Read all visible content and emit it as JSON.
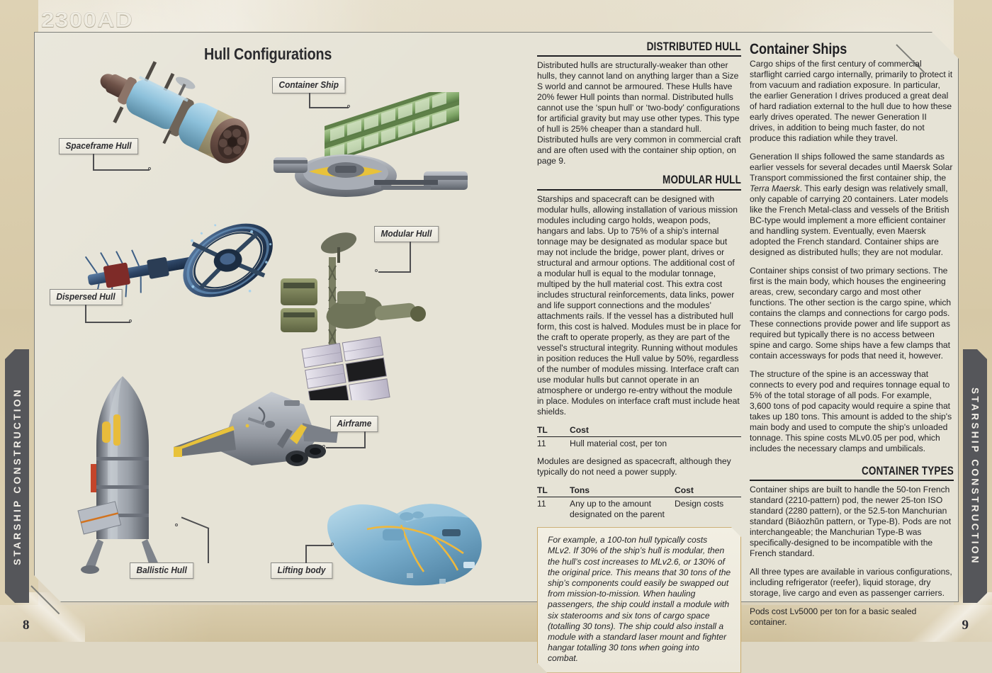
{
  "book": {
    "logo": "2300AD",
    "side_tab_left": "STARSHIP CONSTRUCTION",
    "side_tab_right": "STARSHIP CONSTRUCTION",
    "page_left": "8",
    "page_right": "9"
  },
  "left_page": {
    "heading": "Hull Configurations",
    "callouts": [
      {
        "label": "Spaceframe Hull"
      },
      {
        "label": "Container Ship"
      },
      {
        "label": "Dispersed Hull"
      },
      {
        "label": "Modular Hull"
      },
      {
        "label": "Airframe"
      },
      {
        "label": "Ballistic Hull"
      },
      {
        "label": "Lifting body"
      }
    ]
  },
  "middle_column": {
    "distributed": {
      "heading": "DISTRIBUTED HULL",
      "paragraph": "Distributed hulls are structurally-weaker than other hulls, they cannot land on anything larger than a Size S world and cannot be armoured. These Hulls have 20% fewer Hull points than normal. Distributed hulls cannot use the ‘spun hull’ or ‘two-body’ configurations for artificial gravity but may use other types. This type of hull is 25% cheaper than a standard hull. Distributed hulls are very common in commercial craft and are often used with the container ship option, on page 9."
    },
    "modular": {
      "heading": "MODULAR HULL",
      "paragraph": "Starships and spacecraft can be designed with modular hulls, allowing installation of various mission modules including cargo holds, weapon pods, hangars and labs. Up to 75% of a ship's internal tonnage may be designated as modular space but may not include the bridge, power plant, drives or structural and armour options. The additional cost of a modular hull is equal to the modular tonnage, multiped by the hull material cost. This extra cost includes structural reinforcements, data links, power and life support connections and the modules’ attachments rails. If the vessel has a distributed hull form, this cost is halved. Modules must be in place for the craft to operate properly, as they are part of the vessel's structural integrity. Running without modules in position reduces the Hull value by 50%, regardless of the number of modules missing. Interface craft can use modular hulls but cannot operate in an atmosphere or undergo re-entry without the module in place. Modules on interface craft must include heat shields."
    },
    "table_hull": {
      "headers": [
        "TL",
        "Cost"
      ],
      "rows": [
        [
          "11",
          "Hull material cost, per ton"
        ]
      ]
    },
    "modules_note": "Modules are designed as spacecraft, although they typically do not need a power supply.",
    "table_modules": {
      "headers": [
        "TL",
        "Tons",
        "Cost"
      ],
      "rows": [
        [
          "11",
          "Any up to the amount designated on the parent",
          "Design costs"
        ]
      ]
    },
    "example": "For example, a 100-ton hull typically costs MLv2. If 30% of the ship’s hull is modular, then the hull’s cost increases to MLv2.6, or 130% of the original price. This means that 30 tons of the ship’s components could easily be swapped out from mission-to-mission. When hauling passengers, the ship could install a module with six staterooms and six tons of cargo space (totalling 30 tons). The ship could also install a module with a standard laser mount and fighter hangar totalling 30 tons when going into combat."
  },
  "right_column": {
    "heading": "Container Ships",
    "paragraphs": [
      "Cargo ships of the first century of commercial starflight carried cargo internally, primarily to protect it from vacuum and radiation exposure. In particular, the earlier Generation I drives produced a great deal of hard radiation external to the hull due to how these early drives operated. The newer Generation II drives, in addition to being much faster, do not produce this radiation while they travel.",
      "Container ships consist of two primary sections. The first is the main body, which houses the engineering areas, crew, secondary cargo and most other functions. The other section is the cargo spine, which contains the clamps and connections for cargo pods. These connections provide power and life support as required but typically there is no access between spine and cargo. Some ships have a few clamps that contain accessways for pods that need it, however.",
      "The structure of the spine is an accessway that connects to every pod and requires tonnage equal to 5% of the total storage of all pods. For example, 3,600 tons of pod capacity would require a spine that takes up 180 tons. This amount is added to the ship's main body and used to compute the ship's unloaded tonnage. This spine costs MLv0.05 per pod, which includes the necessary clamps and umbilicals."
    ],
    "maersk_paragraph_pre": "Generation II ships followed the same standards as earlier vessels for several decades until Maersk Solar Transport commissioned the first container ship, the ",
    "maersk_ship_name": "Terra Maersk",
    "maersk_paragraph_post": ". This early design was relatively small, only capable of carrying 20 containers. Later models like the French Metal-class and vessels of the British BC-type would implement a more efficient container and handling system. Eventually, even Maersk adopted the French standard. Container ships are designed as distributed hulls; they are not modular.",
    "container_types": {
      "heading": "CONTAINER TYPES",
      "paragraphs": [
        "Container ships are built to handle the 50-ton French standard (2210-pattern) pod, the newer 25-ton ISO standard (2280 pattern), or the 52.5-ton Manchurian standard (Biāozhŭn pattern, or Type-B). Pods are not interchangeable; the Manchurian Type-B was specifically-designed to be incompatible with the French standard.",
        "All three types are available in various configurations, including refrigerator (reefer), liquid storage, dry storage, live cargo and even as passenger carriers.",
        "Pods cost Lv5000 per ton for a basic sealed container."
      ]
    }
  },
  "colors": {
    "paper": "#e6e3d6",
    "tan_edge": "#d6c8a6",
    "tab_gray": "#55565a",
    "ink": "#232326",
    "example_border": "#c9a96a",
    "ship_blue": "#8fbdd6",
    "ship_green": "#8fb47a",
    "ship_gray": "#9a9ea6",
    "accent_yellow": "#e8c23a"
  }
}
